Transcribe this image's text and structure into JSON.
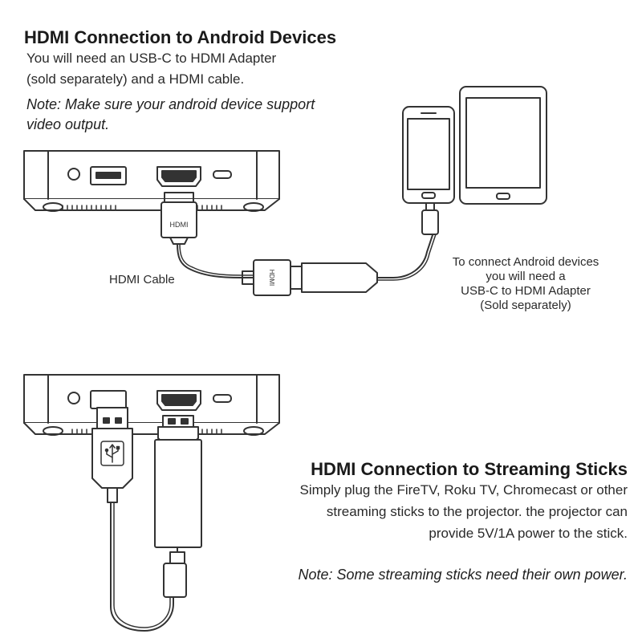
{
  "section_android": {
    "title": "HDMI Connection to Android Devices",
    "desc_line1": "You will need an USB-C to HDMI Adapter",
    "desc_line2": "(sold separately) and a HDMI cable.",
    "note_line1": "Note: Make sure your android device support",
    "note_line2": "video output.",
    "cable_label": "HDMI Cable",
    "plug_label_1": "HDMI",
    "plug_label_2": "HDMI",
    "adapter_lines": [
      "To connect Android devices",
      "you will need a",
      "USB-C to HDMI Adapter",
      "(Sold separately)"
    ]
  },
  "section_stick": {
    "title": "HDMI Connection to Streaming Sticks",
    "desc_lines": [
      "Simply plug the FireTV, Roku TV, Chromecast or other",
      "streaming sticks to the projector. the projector can",
      "provide 5V/1A power to the stick."
    ],
    "note": "Note: Some streaming sticks need their own power."
  },
  "colors": {
    "line": "#333333",
    "device_fill": "#ffffff",
    "text": "#1a1a1a"
  }
}
